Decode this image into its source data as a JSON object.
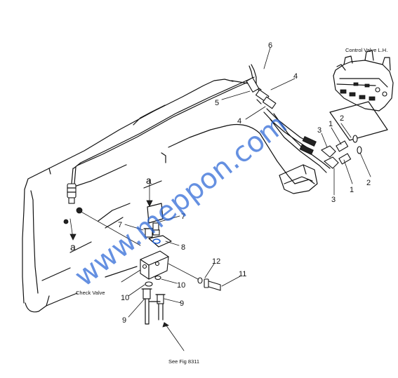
{
  "labels": {
    "control_valve": "Control Valve L.H.",
    "check_valve": "Check Valve",
    "see_fig": "See Fig 8311",
    "view_marker": "a"
  },
  "callouts": {
    "p1a": "1",
    "p1b": "1",
    "p2a": "2",
    "p2b": "2",
    "p3a": "3",
    "p3b": "3",
    "p4a": "4",
    "p4b": "4",
    "p5": "5",
    "p6": "6",
    "p7a": "7",
    "p7b": "7",
    "p8": "8",
    "p9a": "9",
    "p9b": "9",
    "p10a": "10",
    "p10b": "10",
    "p11": "11",
    "p12": "12"
  },
  "watermark": "www.meppon.com",
  "colors": {
    "line": "#111111",
    "watermark": "#2b66d6"
  }
}
